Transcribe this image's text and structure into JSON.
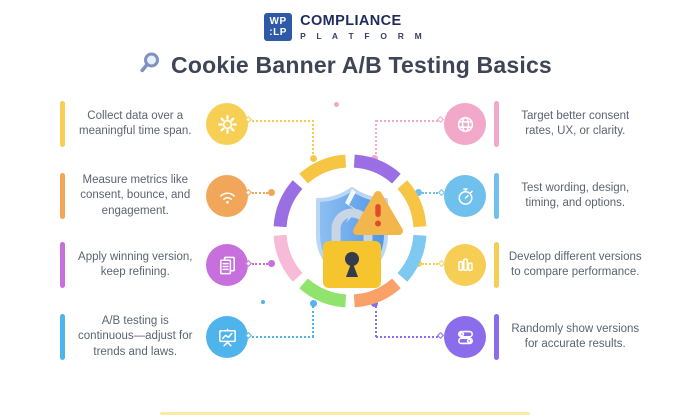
{
  "header": {
    "logo": {
      "badge_top": "WP",
      "badge_bottom": ":LP",
      "brand_line1": "COMPLIANCE",
      "brand_line2": "P L A T F O R M"
    },
    "title": "Cookie Banner A/B Testing Basics"
  },
  "left_items": [
    {
      "label": "Collect data over a meaningful time span.",
      "icon": "gear-icon",
      "color": "#F8CF55"
    },
    {
      "label": "Measure metrics like consent, bounce, and engagement.",
      "icon": "wifi-icon",
      "color": "#F2A65A"
    },
    {
      "label": "Apply winning version, keep refining.",
      "icon": "report-icon",
      "color": "#C76FDD"
    },
    {
      "label": "A/B testing is continuous—adjust for trends and laws.",
      "icon": "presentation-chart-icon",
      "color": "#4FB3EC"
    }
  ],
  "right_items": [
    {
      "label": "Target better consent rates, UX, or clarity.",
      "icon": "globe-icon",
      "color": "#F2A8C8"
    },
    {
      "label": "Test wording, design, timing, and options.",
      "icon": "stopwatch-icon",
      "color": "#6FC0EC"
    },
    {
      "label": "Develop different versions to compare performance.",
      "icon": "bar-chart-icon",
      "color": "#F6CE55"
    },
    {
      "label": "Randomly show versions for accurate results.",
      "icon": "toggles-icon",
      "color": "#8B6CEA"
    }
  ],
  "center": {
    "graphic": "cracked-shield-padlock-warning",
    "ring_colors": [
      "#9B6FE4",
      "#F6C544",
      "#7EC9F2",
      "#F9A168",
      "#90E36C",
      "#F8BBD7",
      "#9B6FE4",
      "#F6C544"
    ],
    "shield_colors": {
      "light": "#8FC0F2",
      "dark": "#4E95E6",
      "rim": "#BBD7F5"
    },
    "lock_color": "#F6C52E",
    "warning_color": "#F3B64A",
    "warning_mark_color": "#E2492F"
  },
  "palette": {
    "brand_blue": "#2E59A6",
    "brand_navy": "#1F2B5E",
    "title_color": "#3E4557",
    "body_text": "#5C6370"
  }
}
